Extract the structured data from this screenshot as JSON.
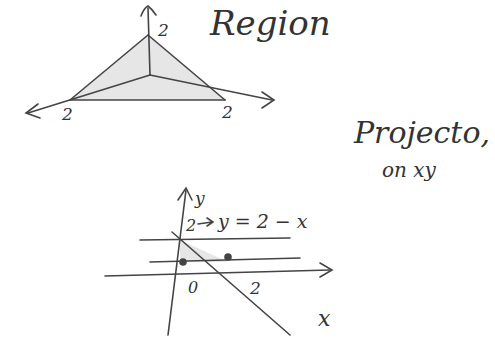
{
  "diagram": {
    "labels": [
      "Region",
      "2",
      "2",
      "2",
      "Projecto,",
      "on xy",
      "y",
      "2",
      "y = 2 − x",
      "0",
      "2",
      "x"
    ]
  }
}
